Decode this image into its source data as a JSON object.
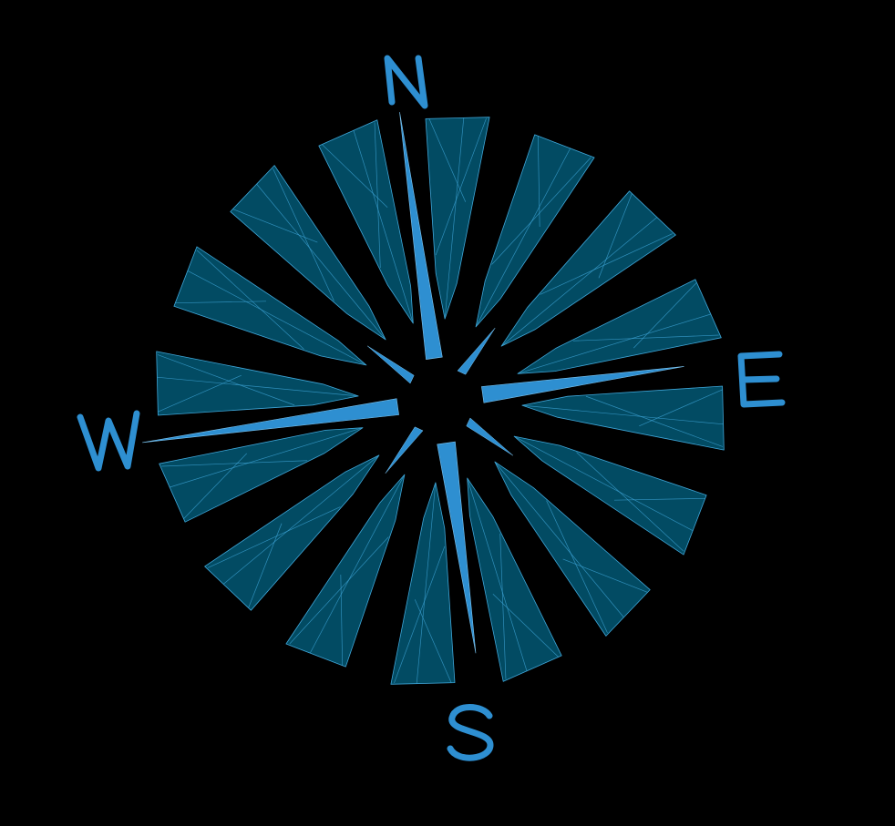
{
  "compass": {
    "labels": {
      "north": "N",
      "east": "E",
      "south": "S",
      "west": "W"
    },
    "colors": {
      "background": "#000000",
      "petal": "#024b63",
      "facet": "#3fa6d8",
      "needle": "#2e8fd1"
    },
    "petal_count": 16,
    "rotation_degrees": -8
  }
}
